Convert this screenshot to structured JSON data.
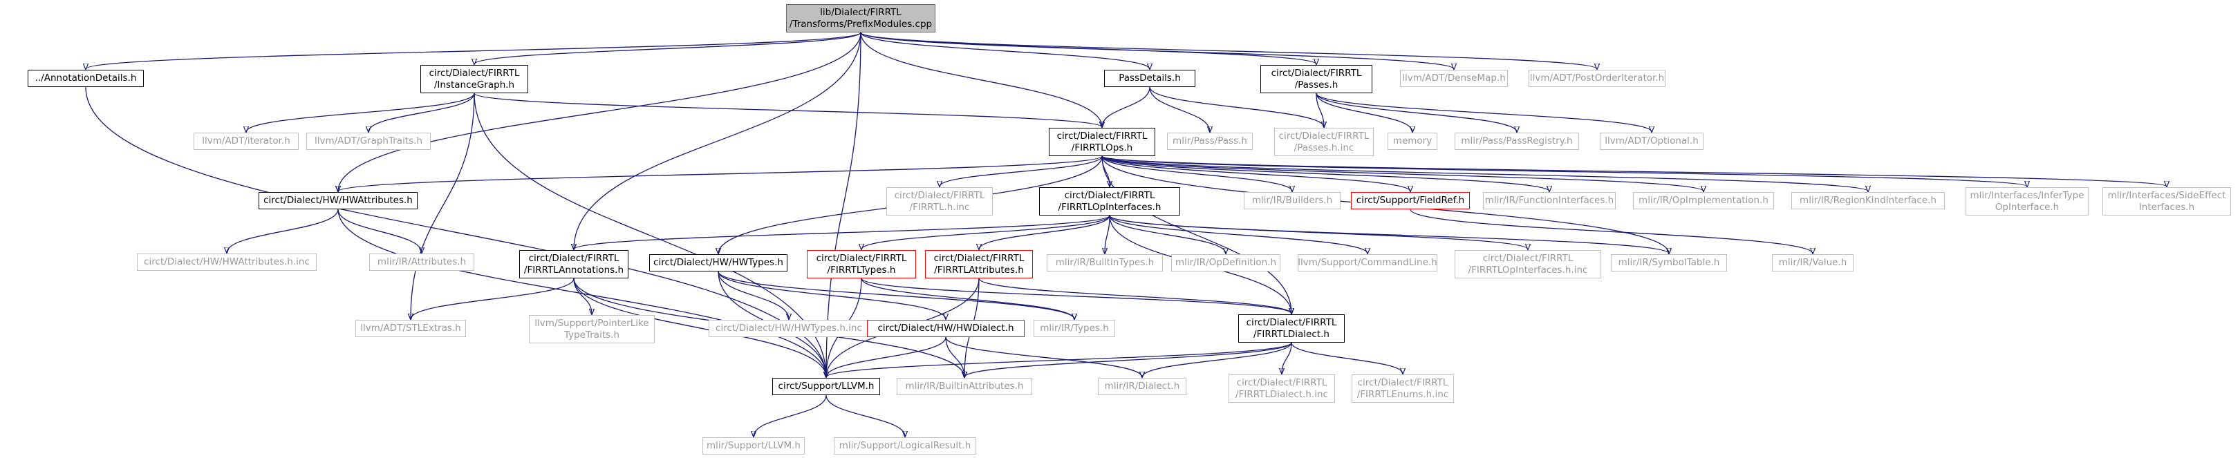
{
  "graph": {
    "edge_color": "#191970",
    "nodes": [
      {
        "id": "root",
        "label": "lib/Dialect/FIRRTL\n/Transforms/PrefixModules.cpp",
        "style": "root"
      },
      {
        "id": "annot",
        "label": "../AnnotationDetails.h",
        "style": "local"
      },
      {
        "id": "instgraph",
        "label": "circt/Dialect/FIRRTL\n/InstanceGraph.h",
        "style": "local"
      },
      {
        "id": "passdetails",
        "label": "PassDetails.h",
        "style": "local"
      },
      {
        "id": "passes",
        "label": "circt/Dialect/FIRRTL\n/Passes.h",
        "style": "local"
      },
      {
        "id": "densemap",
        "label": "llvm/ADT/DenseMap.h",
        "style": "external"
      },
      {
        "id": "postorder",
        "label": "llvm/ADT/PostOrderIterator.h",
        "style": "external"
      },
      {
        "id": "iterator",
        "label": "llvm/ADT/iterator.h",
        "style": "external"
      },
      {
        "id": "graphtraits",
        "label": "llvm/ADT/GraphTraits.h",
        "style": "external"
      },
      {
        "id": "firrtlops",
        "label": "circt/Dialect/FIRRTL\n/FIRRTLOps.h",
        "style": "local"
      },
      {
        "id": "mlirpass",
        "label": "mlir/Pass/Pass.h",
        "style": "external"
      },
      {
        "id": "passesinc",
        "label": "circt/Dialect/FIRRTL\n/Passes.h.inc",
        "style": "external"
      },
      {
        "id": "memory",
        "label": "memory",
        "style": "external"
      },
      {
        "id": "passregistry",
        "label": "mlir/Pass/PassRegistry.h",
        "style": "external"
      },
      {
        "id": "optional",
        "label": "llvm/ADT/Optional.h",
        "style": "external"
      },
      {
        "id": "hwattrs",
        "label": "circt/Dialect/HW/HWAttributes.h",
        "style": "local"
      },
      {
        "id": "firrtlinc",
        "label": "circt/Dialect/FIRRTL\n/FIRRTL.h.inc",
        "style": "external"
      },
      {
        "id": "opinterfaces",
        "label": "circt/Dialect/FIRRTL\n/FIRRTLOpInterfaces.h",
        "style": "local"
      },
      {
        "id": "builders",
        "label": "mlir/IR/Builders.h",
        "style": "external"
      },
      {
        "id": "fieldref",
        "label": "circt/Support/FieldRef.h",
        "style": "red"
      },
      {
        "id": "funcinterfaces",
        "label": "mlir/IR/FunctionInterfaces.h",
        "style": "external"
      },
      {
        "id": "opimpl",
        "label": "mlir/IR/OpImplementation.h",
        "style": "external"
      },
      {
        "id": "regionkind",
        "label": "mlir/IR/RegionKindInterface.h",
        "style": "external"
      },
      {
        "id": "infertype",
        "label": "mlir/Interfaces/InferType\nOpInterface.h",
        "style": "external"
      },
      {
        "id": "sideeffect",
        "label": "mlir/Interfaces/SideEffect\nInterfaces.h",
        "style": "external"
      },
      {
        "id": "hwattrsinc",
        "label": "circt/Dialect/HW/HWAttributes.h.inc",
        "style": "external"
      },
      {
        "id": "mlirattrs",
        "label": "mlir/IR/Attributes.h",
        "style": "external"
      },
      {
        "id": "firrtlannot",
        "label": "circt/Dialect/FIRRTL\n/FIRRTLAnnotations.h",
        "style": "local"
      },
      {
        "id": "hwtypes",
        "label": "circt/Dialect/HW/HWTypes.h",
        "style": "local"
      },
      {
        "id": "firrtltypes",
        "label": "circt/Dialect/FIRRTL\n/FIRRTLTypes.h",
        "style": "red"
      },
      {
        "id": "firrtlattributes",
        "label": "circt/Dialect/FIRRTL\n/FIRRTLAttributes.h",
        "style": "red"
      },
      {
        "id": "builtintypes",
        "label": "mlir/IR/BuiltinTypes.h",
        "style": "external"
      },
      {
        "id": "opdefinition",
        "label": "mlir/IR/OpDefinition.h",
        "style": "external"
      },
      {
        "id": "commandline",
        "label": "llvm/Support/CommandLine.h",
        "style": "external"
      },
      {
        "id": "opinterfacesinc",
        "label": "circt/Dialect/FIRRTL\n/FIRRTLOpInterfaces.h.inc",
        "style": "external"
      },
      {
        "id": "symboltable",
        "label": "mlir/IR/SymbolTable.h",
        "style": "external"
      },
      {
        "id": "mlirvalue",
        "label": "mlir/IR/Value.h",
        "style": "external"
      },
      {
        "id": "stlextras",
        "label": "llvm/ADT/STLExtras.h",
        "style": "external"
      },
      {
        "id": "pointerlike",
        "label": "llvm/Support/PointerLike\nTypeTraits.h",
        "style": "external"
      },
      {
        "id": "hwtypesinc",
        "label": "circt/Dialect/HW/HWTypes.h.inc",
        "style": "external"
      },
      {
        "id": "hwdialect",
        "label": "circt/Dialect/HW/HWDialect.h",
        "style": "red"
      },
      {
        "id": "mlirtypes",
        "label": "mlir/IR/Types.h",
        "style": "external"
      },
      {
        "id": "firrtldialect",
        "label": "circt/Dialect/FIRRTL\n/FIRRTLDialect.h",
        "style": "local"
      },
      {
        "id": "llvmh",
        "label": "circt/Support/LLVM.h",
        "style": "local"
      },
      {
        "id": "builtinattrs",
        "label": "mlir/IR/BuiltinAttributes.h",
        "style": "external"
      },
      {
        "id": "mlirdialect",
        "label": "mlir/IR/Dialect.h",
        "style": "external"
      },
      {
        "id": "dialectinc",
        "label": "circt/Dialect/FIRRTL\n/FIRRTLDialect.h.inc",
        "style": "external"
      },
      {
        "id": "enumsinc",
        "label": "circt/Dialect/FIRRTL\n/FIRRTLEnums.h.inc",
        "style": "external"
      },
      {
        "id": "mlirllvm",
        "label": "mlir/Support/LLVM.h",
        "style": "external"
      },
      {
        "id": "logicalresult",
        "label": "mlir/Support/LogicalResult.h",
        "style": "external"
      }
    ],
    "edges": [
      [
        "root",
        "annot"
      ],
      [
        "root",
        "instgraph"
      ],
      [
        "root",
        "passdetails"
      ],
      [
        "root",
        "passes"
      ],
      [
        "root",
        "densemap"
      ],
      [
        "root",
        "postorder"
      ],
      [
        "root",
        "firrtlops"
      ],
      [
        "root",
        "hwattrs"
      ],
      [
        "root",
        "firrtlannot"
      ],
      [
        "root",
        "llvmh"
      ],
      [
        "annot",
        "llvmh"
      ],
      [
        "instgraph",
        "iterator"
      ],
      [
        "instgraph",
        "graphtraits"
      ],
      [
        "instgraph",
        "firrtlops"
      ],
      [
        "instgraph",
        "stlextras"
      ],
      [
        "instgraph",
        "llvmh"
      ],
      [
        "passdetails",
        "firrtlops"
      ],
      [
        "passdetails",
        "mlirpass"
      ],
      [
        "passdetails",
        "passesinc"
      ],
      [
        "passes",
        "passesinc"
      ],
      [
        "passes",
        "memory"
      ],
      [
        "passes",
        "passregistry"
      ],
      [
        "passes",
        "optional"
      ],
      [
        "firrtlops",
        "hwattrs"
      ],
      [
        "firrtlops",
        "firrtlinc"
      ],
      [
        "firrtlops",
        "opinterfaces"
      ],
      [
        "firrtlops",
        "builders"
      ],
      [
        "firrtlops",
        "fieldref"
      ],
      [
        "firrtlops",
        "funcinterfaces"
      ],
      [
        "firrtlops",
        "opimpl"
      ],
      [
        "firrtlops",
        "regionkind"
      ],
      [
        "firrtlops",
        "infertype"
      ],
      [
        "firrtlops",
        "sideeffect"
      ],
      [
        "firrtlops",
        "hwtypes"
      ],
      [
        "firrtlops",
        "firrtldialect"
      ],
      [
        "firrtlops",
        "symboltable"
      ],
      [
        "hwattrs",
        "hwattrsinc"
      ],
      [
        "hwattrs",
        "mlirattrs"
      ],
      [
        "hwattrs",
        "llvmh"
      ],
      [
        "opinterfaces",
        "firrtlannot"
      ],
      [
        "opinterfaces",
        "firrtltypes"
      ],
      [
        "opinterfaces",
        "firrtlattributes"
      ],
      [
        "opinterfaces",
        "builtintypes"
      ],
      [
        "opinterfaces",
        "opdefinition"
      ],
      [
        "opinterfaces",
        "commandline"
      ],
      [
        "opinterfaces",
        "opinterfacesinc"
      ],
      [
        "opinterfaces",
        "symboltable"
      ],
      [
        "opinterfaces",
        "firrtldialect"
      ],
      [
        "fieldref",
        "mlirvalue"
      ],
      [
        "firrtlannot",
        "stlextras"
      ],
      [
        "firrtlannot",
        "pointerlike"
      ],
      [
        "firrtlannot",
        "llvmh"
      ],
      [
        "firrtlannot",
        "builtinattrs"
      ],
      [
        "hwtypes",
        "hwtypesinc"
      ],
      [
        "hwtypes",
        "hwdialect"
      ],
      [
        "hwtypes",
        "mlirtypes"
      ],
      [
        "hwtypes",
        "llvmh"
      ],
      [
        "firrtltypes",
        "firrtldialect"
      ],
      [
        "firrtltypes",
        "mlirtypes"
      ],
      [
        "firrtltypes",
        "llvmh"
      ],
      [
        "firrtlattributes",
        "firrtldialect"
      ],
      [
        "firrtlattributes",
        "llvmh"
      ],
      [
        "firrtlattributes",
        "builtinattrs"
      ],
      [
        "hwdialect",
        "llvmh"
      ],
      [
        "hwdialect",
        "builtinattrs"
      ],
      [
        "hwdialect",
        "mlirdialect"
      ],
      [
        "firrtldialect",
        "llvmh"
      ],
      [
        "firrtldialect",
        "mlirdialect"
      ],
      [
        "firrtldialect",
        "dialectinc"
      ],
      [
        "firrtldialect",
        "enumsinc"
      ],
      [
        "firrtldialect",
        "builtinattrs"
      ],
      [
        "llvmh",
        "mlirllvm"
      ],
      [
        "llvmh",
        "logicalresult"
      ]
    ]
  }
}
